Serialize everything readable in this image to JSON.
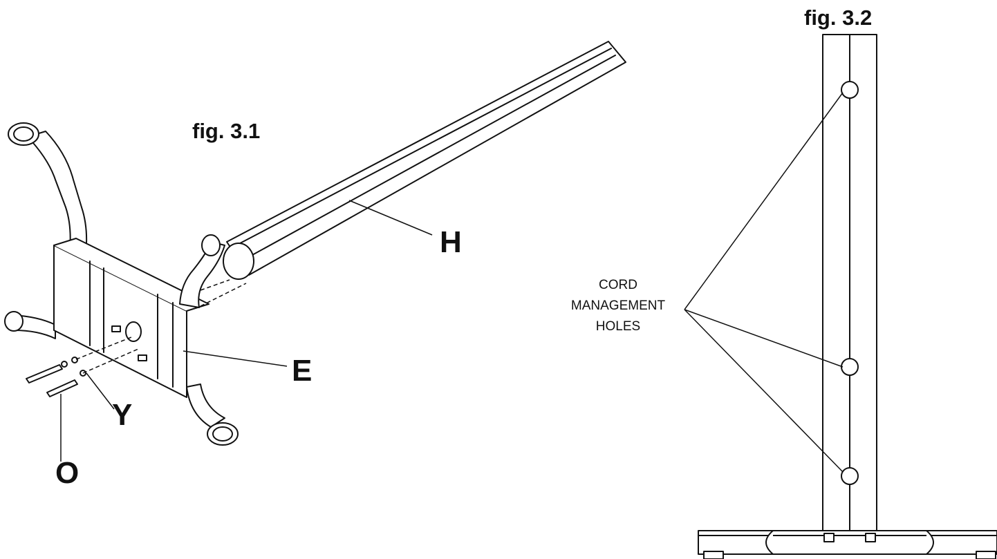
{
  "figures": {
    "fig1_title": "fig. 3.1",
    "fig2_title": "fig. 3.2"
  },
  "labels": {
    "H": "H",
    "E": "E",
    "Y": "Y",
    "O": "O"
  },
  "callout": {
    "line1": "CORD",
    "line2": "MANAGEMENT",
    "line3": "HOLES"
  },
  "colors": {
    "ink": "#111111",
    "paper": "#ffffff"
  }
}
